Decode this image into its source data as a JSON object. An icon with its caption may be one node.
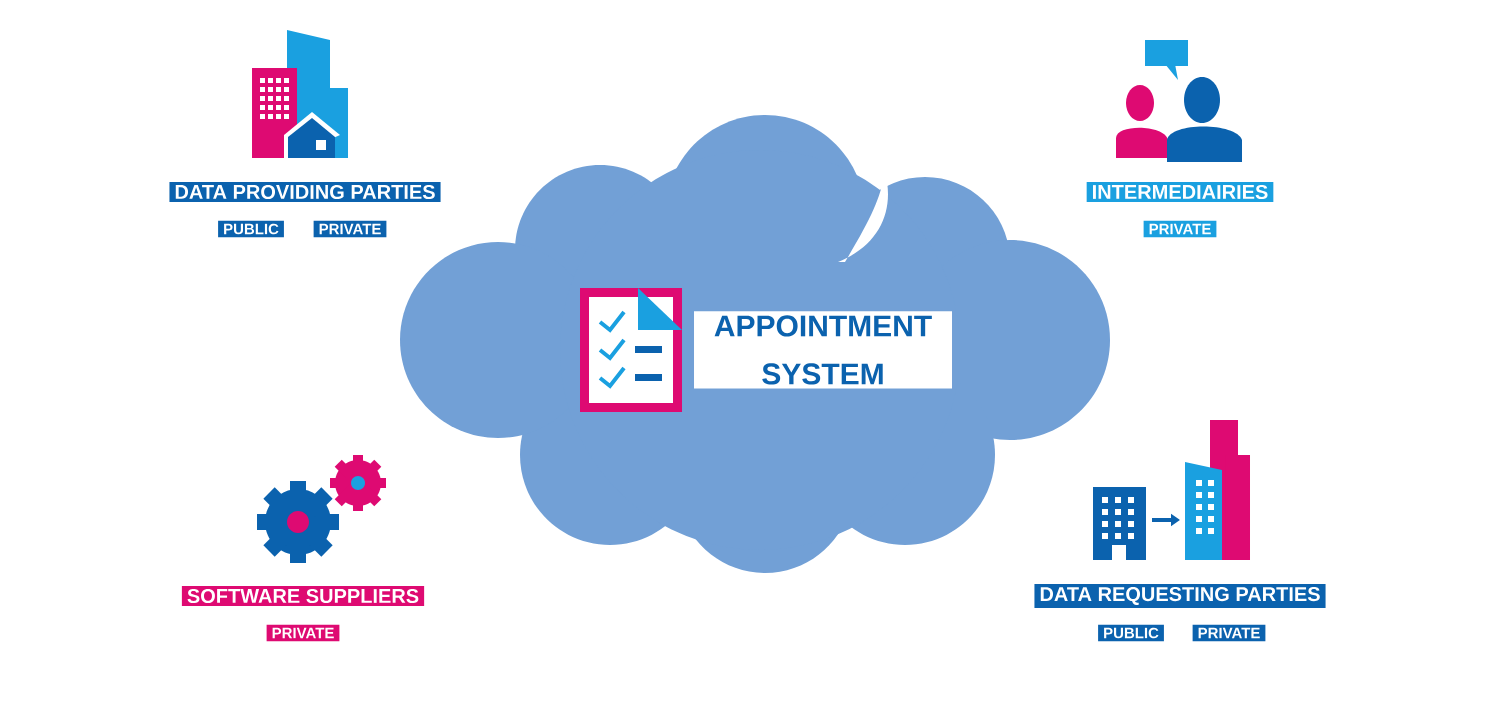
{
  "diagram": {
    "nodes": [
      {
        "text": [
          "APPOINTMENT SYSTEM"
        ]
      },
      {
        "text": [
          "DATA PROVIDING PARTIES"
        ]
      },
      {
        "text": [
          "PUBLIC"
        ]
      },
      {
        "text": [
          "PRIVATE"
        ]
      },
      {
        "text": [
          "INTERMEDIAIRIES"
        ]
      },
      {
        "text": [
          "PRIVATE"
        ]
      },
      {
        "text": [
          "SOFTWARE SUPPLIERS"
        ]
      },
      {
        "text": [
          "PRIVATE"
        ]
      },
      {
        "text": [
          "DATA REQUESTING PARTIES"
        ]
      },
      {
        "text": [
          "PUBLIC"
        ]
      },
      {
        "text": [
          "PRIVATE"
        ]
      }
    ]
  }
}
